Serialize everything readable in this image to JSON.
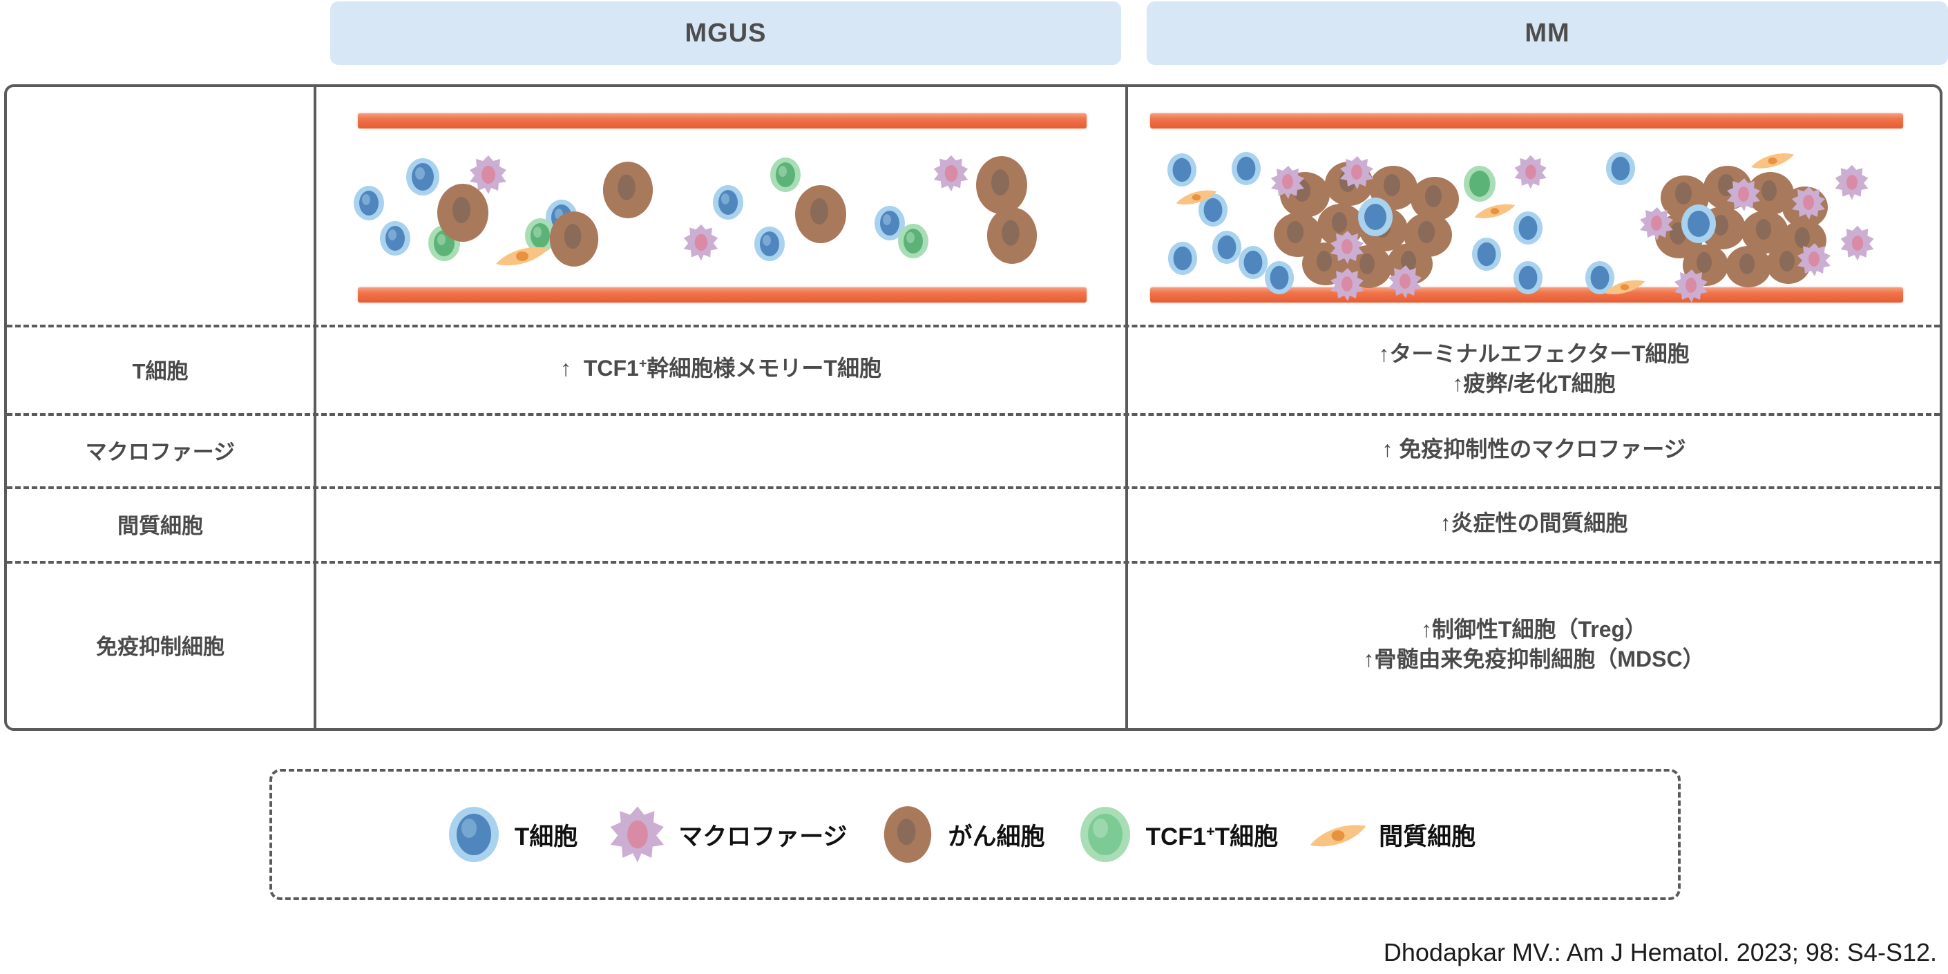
{
  "headers": {
    "left_spacer": "",
    "mgus": "MGUS",
    "mm": "MM"
  },
  "table": {
    "rows": [
      {
        "label": "T細胞",
        "mgus_lines": [
          "↑ TCF1+幹細胞様メモリーT細胞"
        ],
        "mm_lines": [
          "↑ターミナルエフェクターT細胞",
          "↑疲弊/老化T細胞"
        ]
      },
      {
        "label": "マクロファージ",
        "mgus_lines": [],
        "mm_lines": [
          "↑ 免疫抑制性のマクロファージ"
        ]
      },
      {
        "label": "間質細胞",
        "mgus_lines": [],
        "mm_lines": [
          "↑炎症性の間質細胞"
        ]
      },
      {
        "label": "免疫抑制細胞",
        "mgus_lines": [],
        "mm_lines": [
          "↑制御性T細胞（Treg）",
          "↑骨髄由来免疫抑制細胞（MDSC）"
        ]
      }
    ]
  },
  "legend": {
    "items": [
      {
        "icon": "t-cell-icon",
        "label": "T細胞",
        "color": "#7fb4dd"
      },
      {
        "icon": "macrophage-icon",
        "label": "マクロファージ",
        "color": "#c9a5cc"
      },
      {
        "icon": "cancer-cell-icon",
        "label": "がん細胞",
        "color": "#a9775a"
      },
      {
        "icon": "tcf1-t-cell-icon",
        "label": "TCF1+T細胞",
        "color": "#8fd4a0"
      },
      {
        "icon": "stromal-cell-icon",
        "label": "間質細胞",
        "color": "#f7c07a"
      }
    ]
  },
  "citation": "Dhodapkar MV.: Am J Hematol. 2023; 98: S4-S12.",
  "colors": {
    "header_bg": "#d8e7f5",
    "border": "#5a5a5a",
    "vessel_wall": "#ef6f45",
    "text": "#4a4a4a"
  },
  "illustration": {
    "mgus_caption": "MGUS bone marrow: sparse scattered tumor cells among abundant immune cells",
    "mm_caption": "MM bone marrow: dense tumor cell clusters infiltrated by suppressive immune cells"
  }
}
